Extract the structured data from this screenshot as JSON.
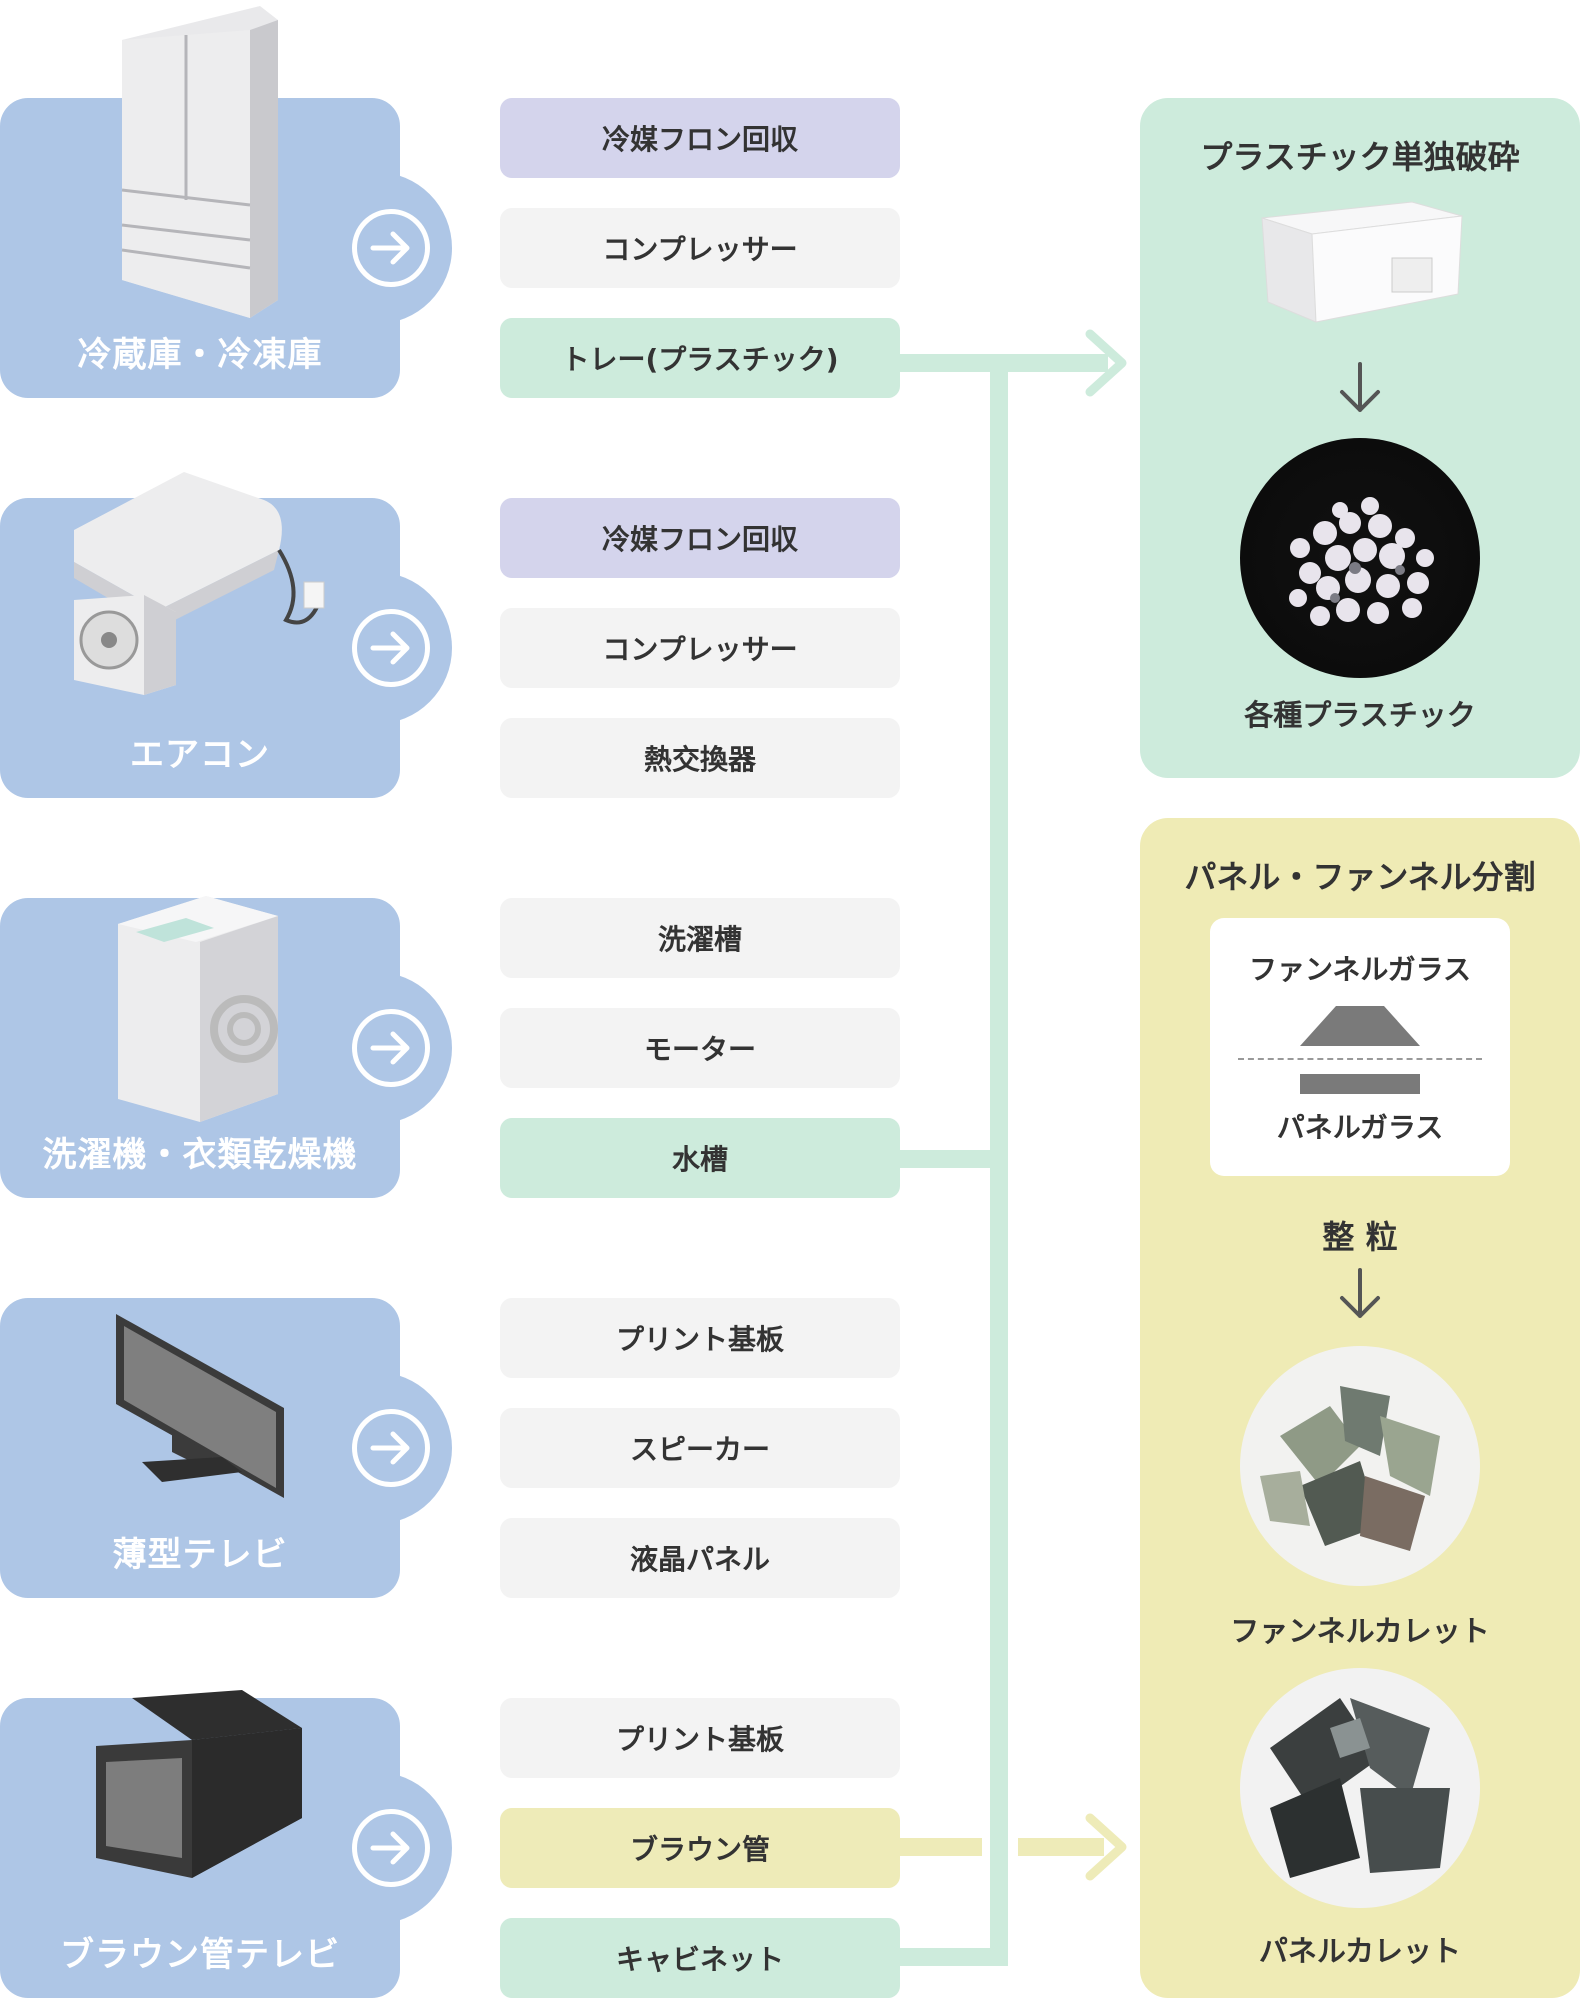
{
  "appliances": [
    {
      "label": "冷蔵庫・冷凍庫",
      "icon": "refrigerator-icon"
    },
    {
      "label": "エアコン",
      "icon": "air-conditioner-icon"
    },
    {
      "label": "洗濯機・衣類乾燥機",
      "icon": "washing-machine-icon"
    },
    {
      "label": "薄型テレビ",
      "icon": "flat-tv-icon"
    },
    {
      "label": "ブラウン管テレビ",
      "icon": "crt-tv-icon"
    }
  ],
  "parts": [
    [
      "冷媒フロン回収",
      "コンプレッサー",
      "トレー(プラスチック)"
    ],
    [
      "冷媒フロン回収",
      "コンプレッサー",
      "熱交換器"
    ],
    [
      "洗濯槽",
      "モーター",
      "水槽"
    ],
    [
      "プリント基板",
      "スピーカー",
      "液晶パネル"
    ],
    [
      "プリント基板",
      "ブラウン管",
      "キャビネット"
    ]
  ],
  "plastic_panel": {
    "title": "プラスチック単独破砕",
    "result_caption": "各種プラスチック"
  },
  "glass_panel": {
    "title": "パネル・ファンネル分割",
    "funnel_glass": "ファンネルガラス",
    "panel_glass": "パネルガラス",
    "sizing_label": "整 粒",
    "funnel_cullet": "ファンネルカレット",
    "panel_cullet": "パネルカレット"
  },
  "colors": {
    "appliance_bg": "#aec6e6",
    "refrigerant_bg": "#d4d4ec",
    "plastic_bg": "#cdebdc",
    "glass_bg": "#efebb5",
    "neutral_bg": "#f3f3f3"
  }
}
